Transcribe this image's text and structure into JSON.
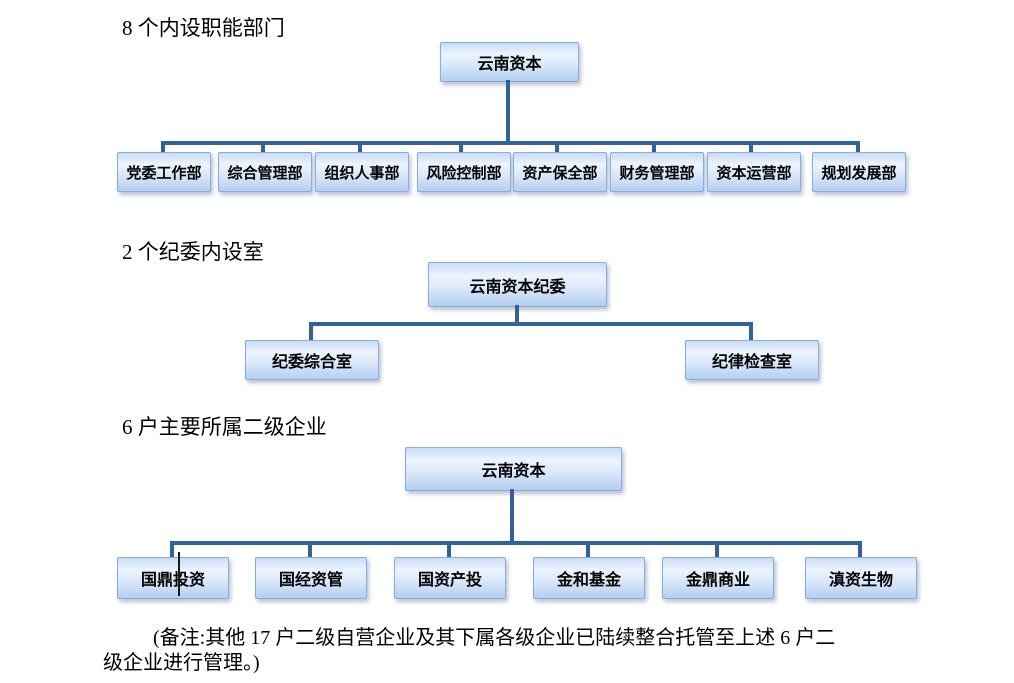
{
  "colors": {
    "connector": "#31639a",
    "box_border": "#89abdd",
    "box_grad_top": "#c9dcf6",
    "box_grad_light": "#edf4fd",
    "box_grad_mid": "#dce9fa",
    "box_grad_bottom": "#b3cff0"
  },
  "charts": [
    {
      "title": "8 个内设职能部门",
      "root": "云南资本",
      "children": [
        "党委工作部",
        "综合管理部",
        "组织人事部",
        "风险控制部",
        "资产保全部",
        "财务管理部",
        "资本运营部",
        "规划发展部"
      ]
    },
    {
      "title": "2 个纪委内设室",
      "root": "云南资本纪委",
      "children": [
        "纪委综合室",
        "纪律检查室"
      ]
    },
    {
      "title": "6 户主要所属二级企业",
      "root": "云南资本",
      "children": [
        "国鼎投资",
        "国经资管",
        "国资产投",
        "金和基金",
        "金鼎商业",
        "滇资生物"
      ]
    }
  ],
  "note": {
    "line1": "(备注:其他 17 户二级自营企业及其下属各级企业已陆续整合托管至上述 6 户二",
    "line2": "级企业进行管理。)"
  }
}
